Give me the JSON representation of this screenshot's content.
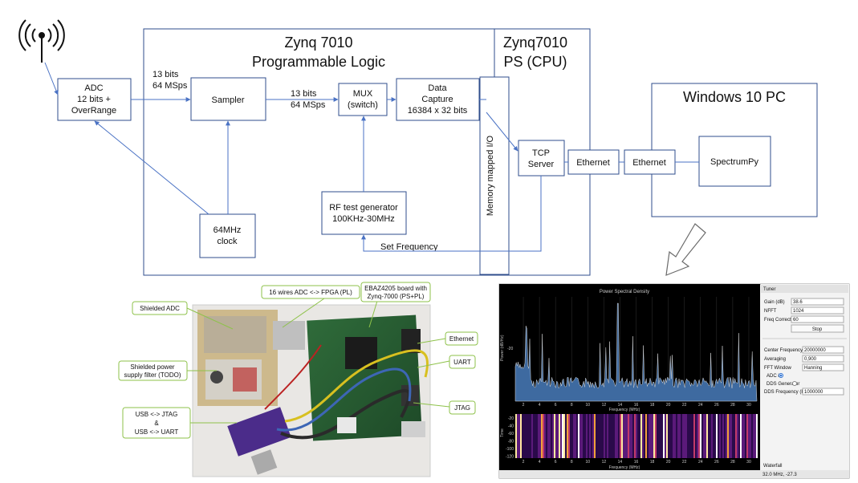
{
  "diagram": {
    "pl_title": [
      "Zynq 7010",
      "Programmable Logic"
    ],
    "ps_title": [
      "Zynq7010",
      "PS (CPU)"
    ],
    "pc_title": "Windows 10 PC",
    "adc": [
      "ADC",
      "12 bits +",
      "OverRange"
    ],
    "adc_rate": [
      "13 bits",
      "64 MSps"
    ],
    "sampler": "Sampler",
    "sampler_rate": [
      "13 bits",
      "64 MSps"
    ],
    "mux": [
      "MUX",
      "(switch)"
    ],
    "capture": [
      "Data",
      "Capture",
      "16384 x 32 bits"
    ],
    "memory_io": "Memory mapped I/O",
    "tcp": [
      "TCP",
      "Server"
    ],
    "eth1": "Ethernet",
    "eth2": "Ethernet",
    "spectrumpy": "SpectrumPy",
    "clock": [
      "64MHz",
      "clock"
    ],
    "rfgen": [
      "RF test generator",
      "100KHz-30MHz"
    ],
    "set_freq": "Set Frequency"
  },
  "photo": {
    "callouts": {
      "wires": "16 wires ADC <-> FPGA (PL)",
      "board": [
        "EBAZ4205 board with",
        "Zynq-7000 (PS+PL)"
      ],
      "shielded_adc": "Shielded ADC",
      "ethernet": "Ethernet",
      "uart": "UART",
      "power": [
        "Shielded power",
        "supply filter (TODO)"
      ],
      "jtag": "JTAG",
      "usb": [
        "USB <-> JTAG",
        "&",
        "USB <-> UART"
      ]
    }
  },
  "app": {
    "psd_title": "Power Spectral Density",
    "psd_ylabel": "Power (dB/Hz)",
    "psd_ytick": "-20",
    "xlabel": "Frequency (MHz)",
    "wf_ylabel": "Time",
    "wf_yticks": [
      "-20",
      "-40",
      "-60",
      "-80",
      "-100",
      "-120"
    ],
    "xticks": [
      "2",
      "4",
      "6",
      "8",
      "10",
      "12",
      "14",
      "16",
      "18",
      "20",
      "22",
      "24",
      "26",
      "28",
      "30"
    ],
    "panel_title": "Tuner",
    "gain_label": "Gain (dB)",
    "gain_value": "38.6",
    "nfft_label": "NFFT",
    "nfft_value": "1024",
    "freqcorr_label": "Freq Correction",
    "freqcorr_value": "60",
    "stop_label": "Stop",
    "center_label": "Center Frequency (Hz)",
    "center_value": "20000000",
    "avg_label": "Averaging",
    "avg_value": "0,900",
    "window_label": "FFT Window",
    "window_value": "Hanning",
    "adc_in_label": "ADC in",
    "dds_gen_label": "DDS Generator",
    "dds_freq_label": "DDS Frequency (Hz)",
    "dds_freq_value": "1000000",
    "waterfall_label": "Waterfall",
    "status": "32.0 MHz, -27.3"
  },
  "colors": {
    "block_stroke": "#2f4e8c",
    "arrow": "#4a72c4",
    "callout_stroke": "#8ec24a",
    "psd_fill": "#3e6aa0",
    "psd_line": "#d9d9d9"
  }
}
